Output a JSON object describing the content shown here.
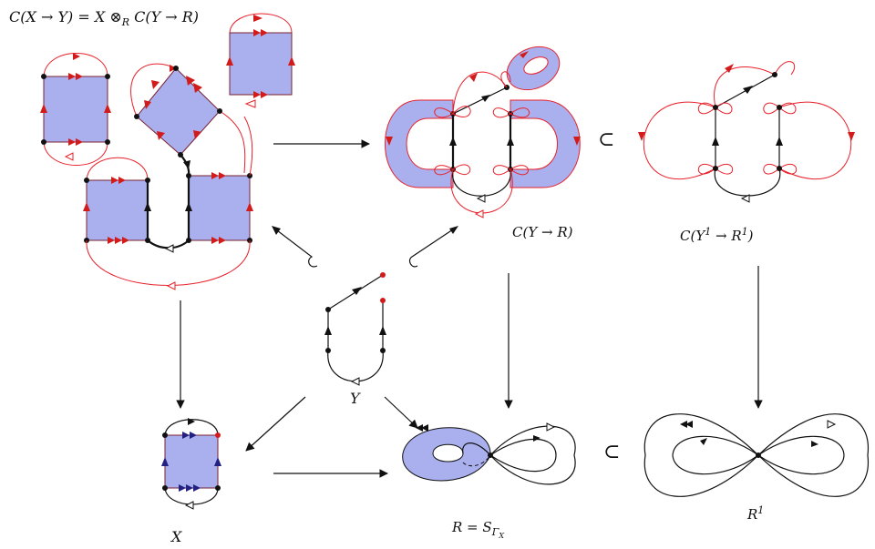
{
  "labels": {
    "top_formula": "C(X → Y) = X ⊗",
    "top_formula_sub": "R",
    "top_formula_tail": " C(Y → R)",
    "c_y_r": "C(Y → R)",
    "c_y1_r1_main": "C(Y",
    "c_y1_r1_sup1": "1",
    "c_y1_r1_mid": " → R",
    "c_y1_r1_sup2": "1",
    "c_y1_r1_end": ")",
    "y": "Y",
    "x": "X",
    "r_eq": "R = S",
    "r_eq_sub": "Γ",
    "r_eq_subsub": "X",
    "r1": "R",
    "r1_sup": "1",
    "subset_top": "⊂",
    "subset_bottom": "⊂"
  },
  "colors": {
    "fill": "#aab0ee",
    "red": "#e8202a",
    "black": "#111111"
  }
}
